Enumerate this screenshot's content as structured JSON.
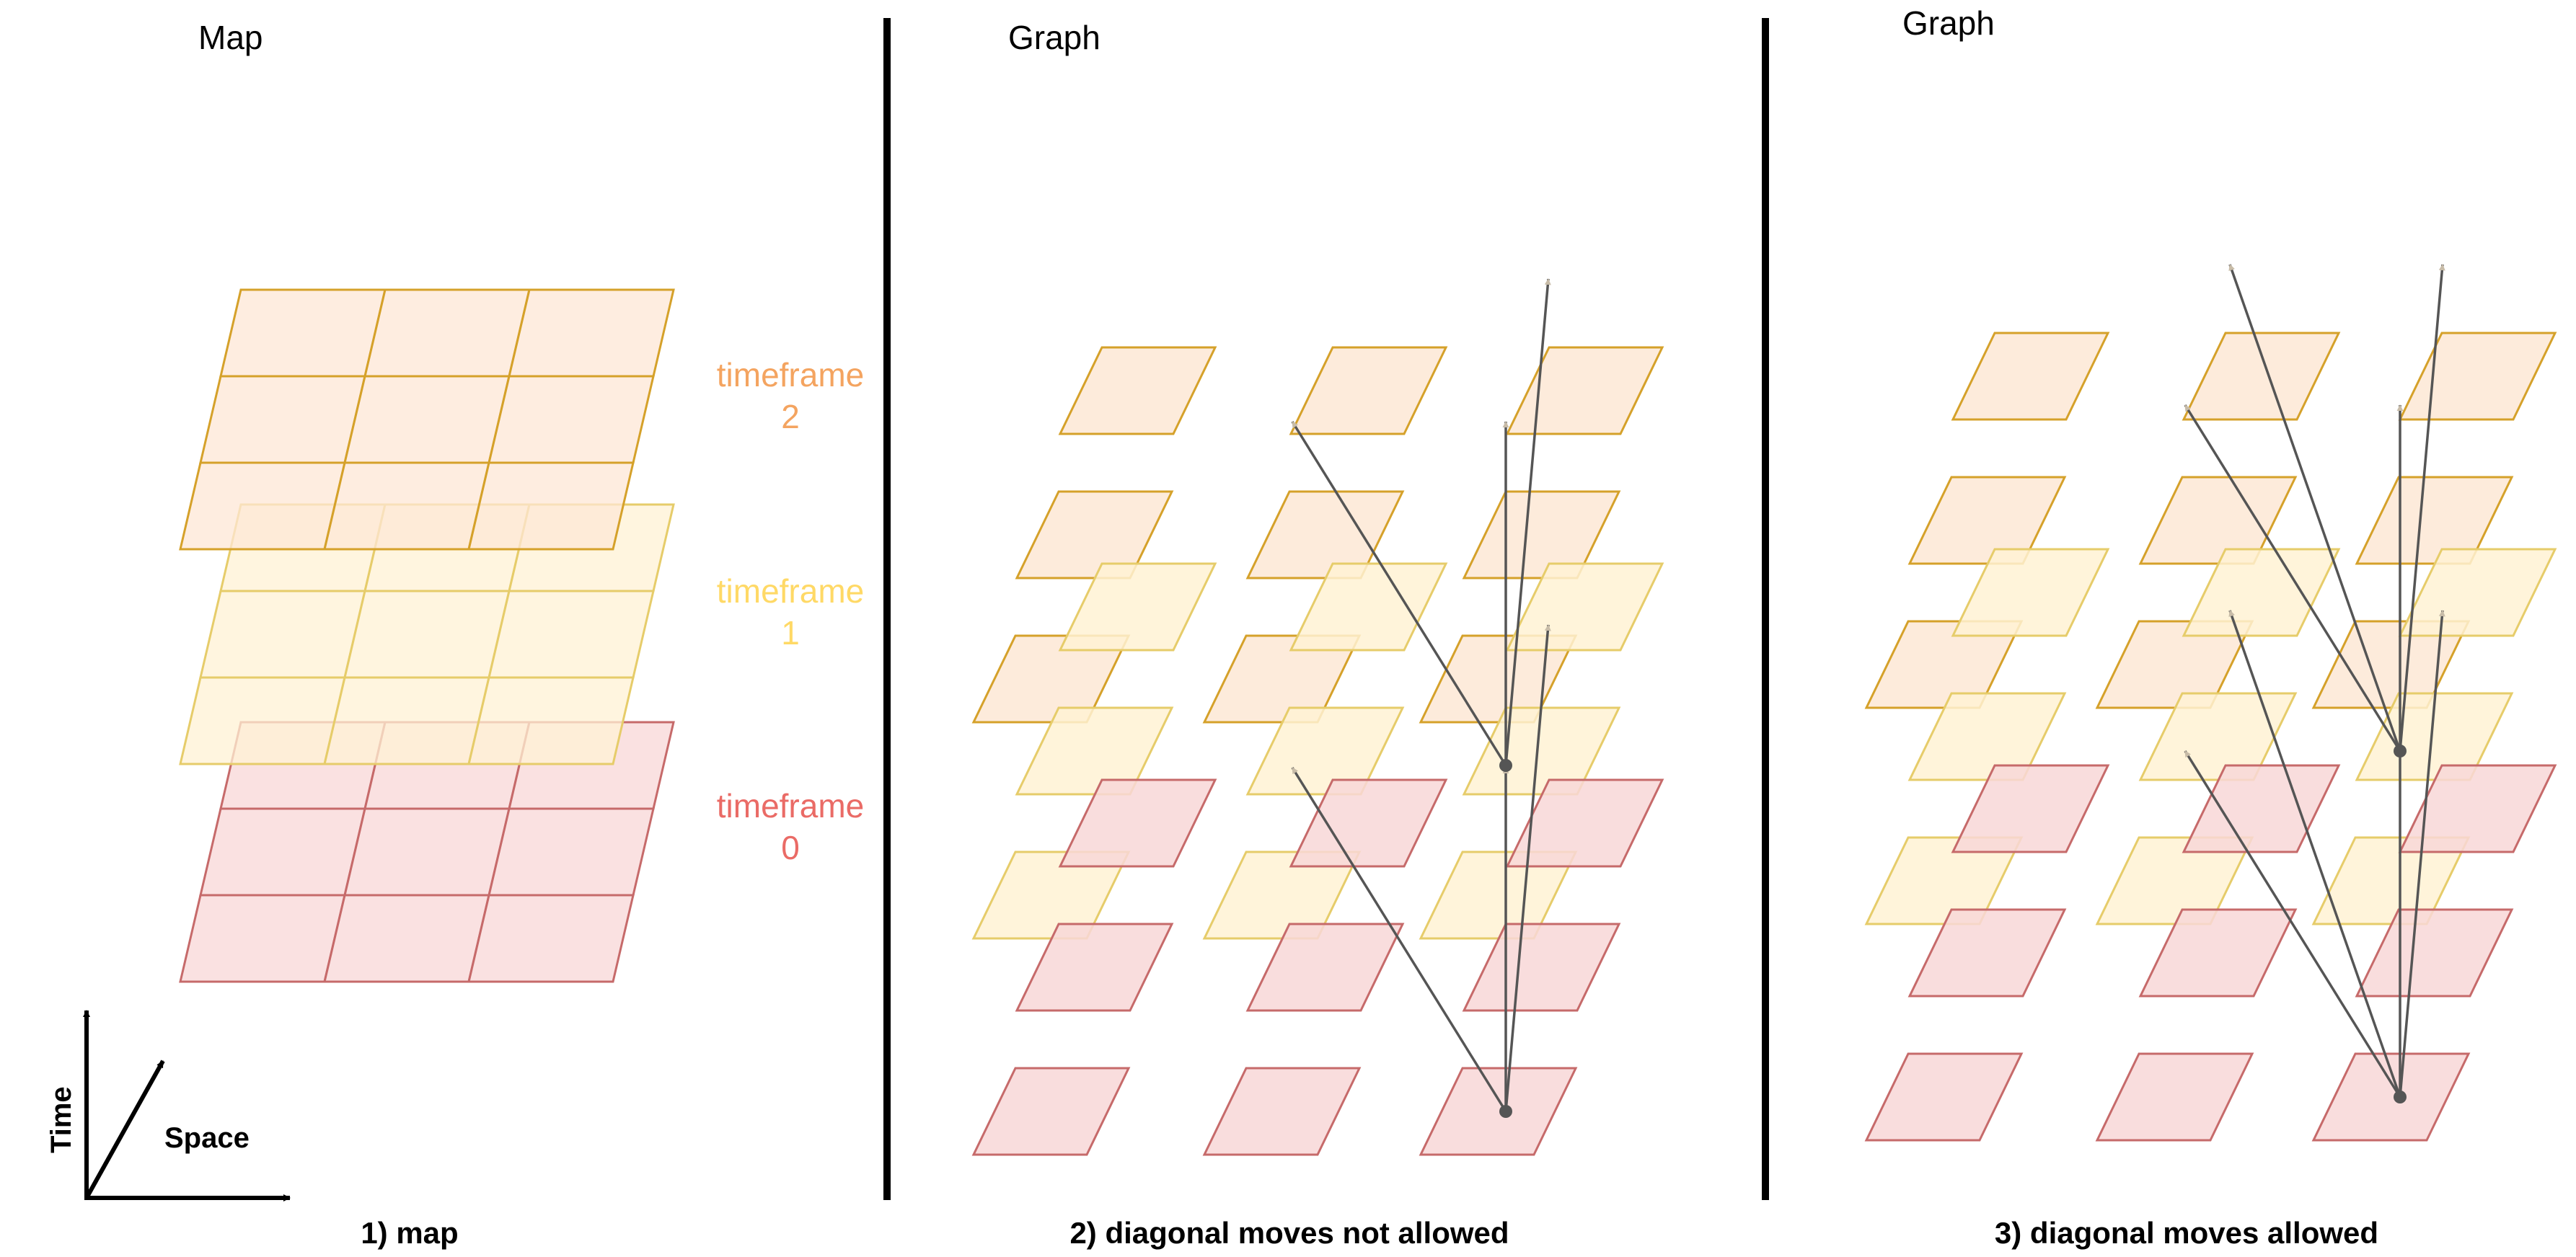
{
  "panels": {
    "map": {
      "heading": "Map",
      "caption": "1) map"
    },
    "no_diagonal": {
      "heading": "Graph",
      "caption": "2) diagonal moves not allowed"
    },
    "diagonal": {
      "heading": "Graph",
      "caption": "3) diagonal moves allowed"
    }
  },
  "timeframes": [
    {
      "id": 0,
      "label_line1": "timeframe",
      "label_line2": "0",
      "fill": "#f8d7d7",
      "stroke": "#c66a6a",
      "text_color": "#ea6b66"
    },
    {
      "id": 1,
      "label_line1": "timeframe",
      "label_line2": "1",
      "fill": "#fff2d4",
      "stroke": "#e6cc6a",
      "text_color": "#ffd966"
    },
    {
      "id": 2,
      "label_line1": "timeframe",
      "label_line2": "2",
      "fill": "#fde7d5",
      "stroke": "#d5a12a",
      "text_color": "#f4a460"
    }
  ],
  "axes": {
    "vertical_label": "Time",
    "diagonal_label": "Space"
  },
  "colors": {
    "divider": "#000000",
    "edge": "#555555",
    "arrowhead": "#c8bca8",
    "node": "#555555"
  }
}
